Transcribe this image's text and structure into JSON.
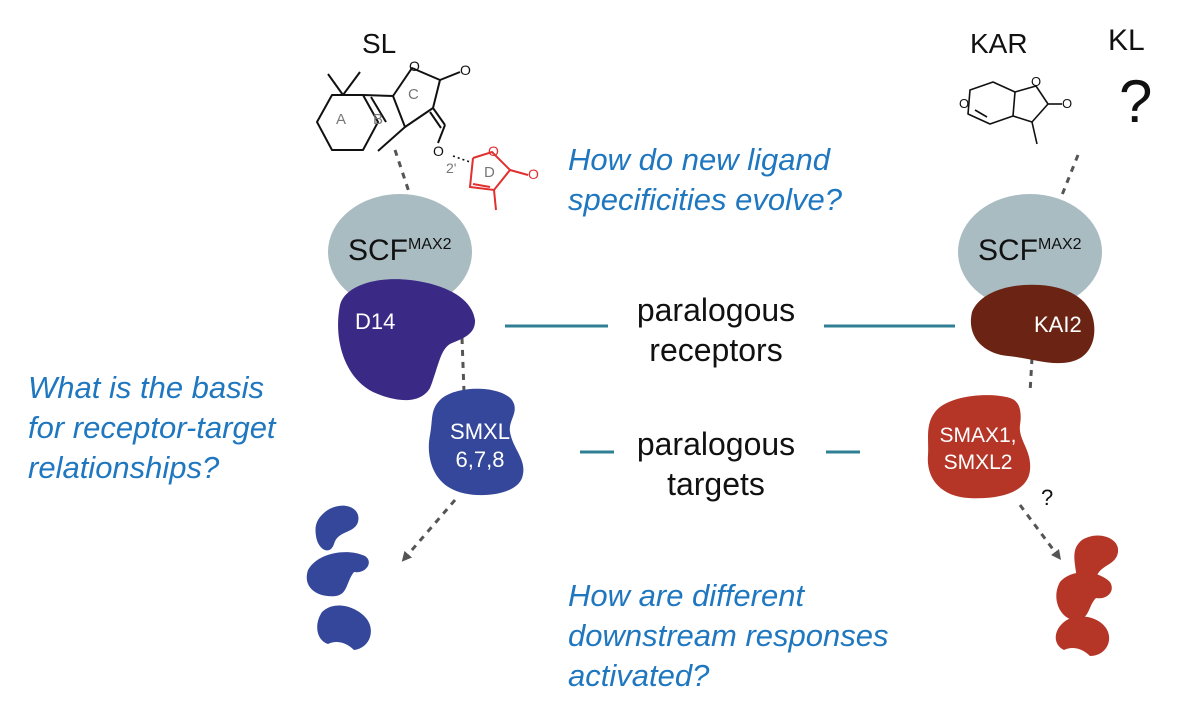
{
  "ligands": {
    "sl": "SL",
    "kar": "KAR",
    "kl": "KL",
    "kl_unknown": "?",
    "ring_a": "A",
    "ring_b": "B",
    "ring_c": "C",
    "ring_d": "D",
    "position_2prime": "2'",
    "atom_o": "O"
  },
  "proteins": {
    "scf_base": "SCF",
    "scf_sup": "MAX2",
    "d14": "D14",
    "kai2": "KAI2",
    "smxl_line1": "SMXL",
    "smxl_line2": "6,7,8",
    "smax1_line1": "SMAX1,",
    "smax1_line2": "SMXL2",
    "unknown_degradation": "?"
  },
  "links": {
    "receptors_line1": "paralogous",
    "receptors_line2": "receptors",
    "targets_line1": "paralogous",
    "targets_line2": "targets"
  },
  "questions": {
    "ligand_line1": "How do new ligand",
    "ligand_line2": "specificities evolve?",
    "basis_line1": "What is the basis",
    "basis_line2": "for receptor-target",
    "basis_line3": "relationships?",
    "responses_line1": "How are different",
    "responses_line2": "downstream responses",
    "responses_line3": "activated?"
  },
  "colors": {
    "question_blue": "#1f77c0",
    "scf_gray": "#a9bcc2",
    "d14_purple": "#3b2a85",
    "smxl_blue": "#35479a",
    "kai2_brown": "#6b2414",
    "smax1_red": "#b53527",
    "link_teal": "#2f7f95",
    "d_ring_red": "#e03030"
  }
}
